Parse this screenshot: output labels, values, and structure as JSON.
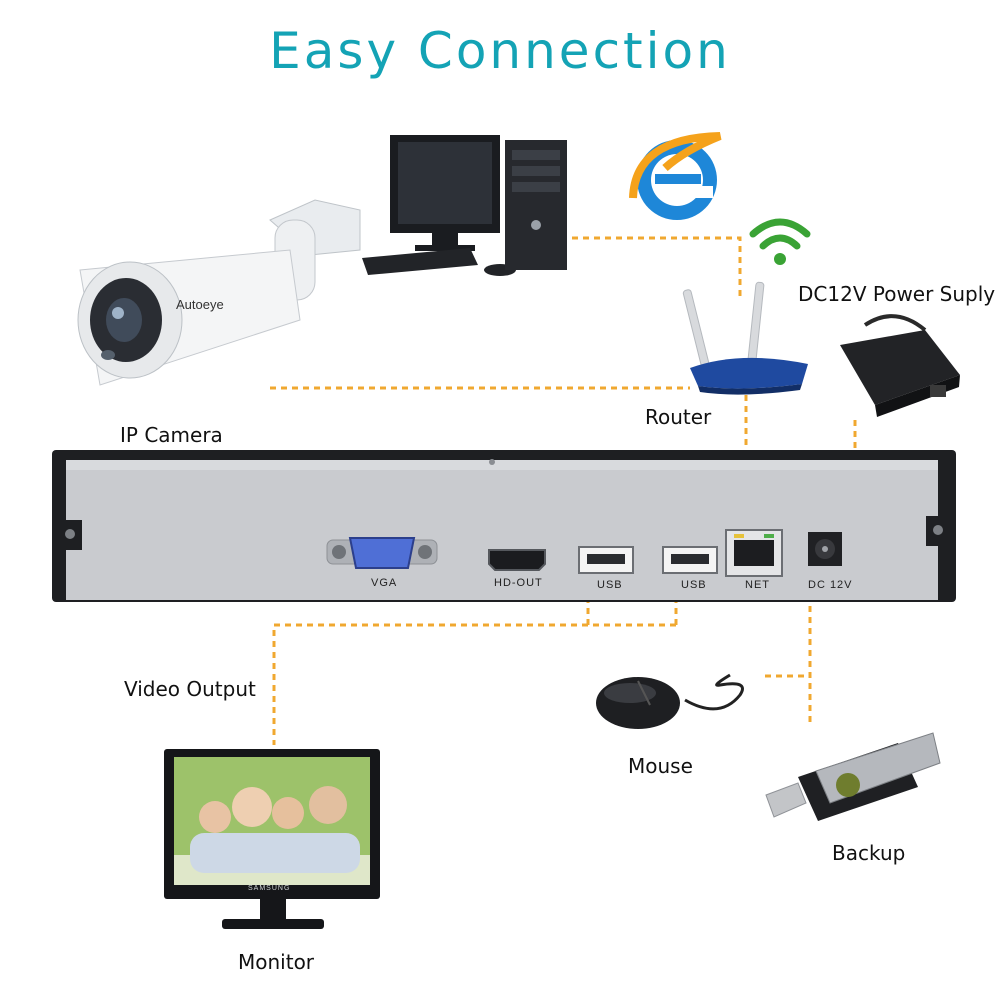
{
  "title": "Easy Connection",
  "labels": {
    "ip_camera": "IP Camera",
    "router": "Router",
    "power_supply": "DC12V Power Suply",
    "video_output": "Video Output",
    "mouse": "Mouse",
    "backup": "Backup",
    "monitor": "Monitor"
  },
  "ports": {
    "vga": "VGA",
    "hd_out": "HD-OUT",
    "usb_1": "USB",
    "usb_2": "USB",
    "net": "NET",
    "dc": "DC 12V"
  },
  "branding": {
    "camera_logo": "Autoeye",
    "monitor_brand": "SAMSUNG"
  },
  "colors": {
    "title": "#14a3b5",
    "connector": "#f0a830",
    "nvr_panel": "#c9cbcf",
    "nvr_frame": "#1e1f22",
    "router": "#1f4aa0",
    "wifi": "#3aa335"
  }
}
